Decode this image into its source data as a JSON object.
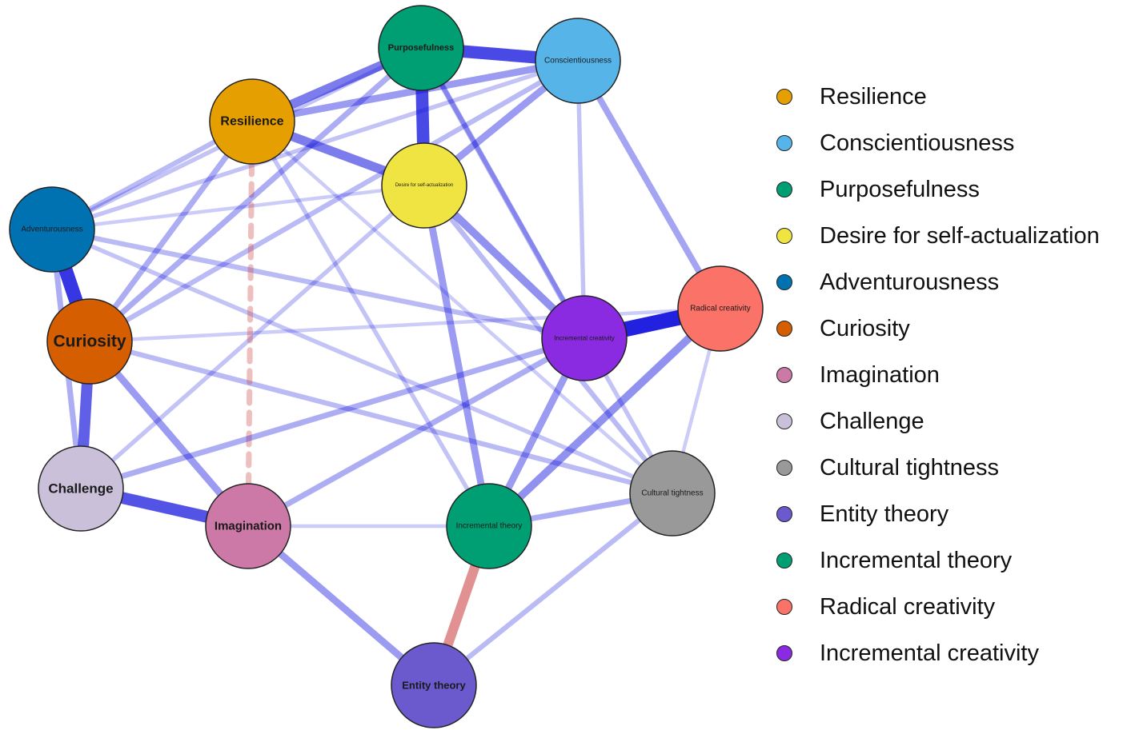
{
  "nodes": [
    {
      "id": "resilience",
      "label": "Resilience",
      "legend": "Resilience",
      "color": "#E69F00"
    },
    {
      "id": "conscientiousness",
      "label": "Conscientiousness",
      "legend": "Conscientiousness",
      "color": "#56B4E9"
    },
    {
      "id": "purposefulness",
      "label": "Purposefulness",
      "legend": "Purposefulness",
      "color": "#009E73"
    },
    {
      "id": "self_actualization",
      "label": "Desire for self-actualization",
      "legend": "Desire for self-actualization",
      "color": "#F0E442"
    },
    {
      "id": "adventurousness",
      "label": "Adventurousness",
      "legend": "Adventurousness",
      "color": "#0072B2"
    },
    {
      "id": "curiosity",
      "label": "Curiosity",
      "legend": "Curiosity",
      "color": "#D55E00"
    },
    {
      "id": "imagination",
      "label": "Imagination",
      "legend": "Imagination",
      "color": "#CC79A7"
    },
    {
      "id": "challenge",
      "label": "Challenge",
      "legend": "Challenge",
      "color": "#CBC0D9"
    },
    {
      "id": "cultural_tightness",
      "label": "Cultural tightness",
      "legend": "Cultural tightness",
      "color": "#999999"
    },
    {
      "id": "entity_theory",
      "label": "Entity theory",
      "legend": "Entity theory",
      "color": "#6A5ACD"
    },
    {
      "id": "incremental_theory",
      "label": "Incremental theory",
      "legend": "Incremental theory",
      "color": "#009E73"
    },
    {
      "id": "radical_creativity",
      "label": "Radical creativity",
      "legend": "Radical creativity",
      "color": "#FA7268"
    },
    {
      "id": "incremental_creativity",
      "label": "Incremental creativity",
      "legend": "Incremental creativity",
      "color": "#8A2BE2"
    }
  ],
  "edges": [
    {
      "from": "curiosity",
      "to": "adventurousness",
      "weight": 0.9,
      "sign": "positive"
    },
    {
      "from": "radical_creativity",
      "to": "incremental_creativity",
      "weight": 1.0,
      "sign": "positive"
    },
    {
      "from": "purposefulness",
      "to": "conscientiousness",
      "weight": 0.8,
      "sign": "positive"
    },
    {
      "from": "purposefulness",
      "to": "self_actualization",
      "weight": 0.8,
      "sign": "positive"
    },
    {
      "from": "challenge",
      "to": "imagination",
      "weight": 0.75,
      "sign": "positive"
    },
    {
      "from": "curiosity",
      "to": "challenge",
      "weight": 0.7,
      "sign": "positive"
    },
    {
      "from": "resilience",
      "to": "purposefulness",
      "weight": 0.55,
      "sign": "positive"
    },
    {
      "from": "resilience",
      "to": "self_actualization",
      "weight": 0.55,
      "sign": "positive"
    },
    {
      "from": "entity_theory",
      "to": "incremental_theory",
      "weight": 0.6,
      "sign": "negative"
    },
    {
      "from": "resilience",
      "to": "imagination",
      "weight": 0.3,
      "sign": "negative"
    },
    {
      "from": "resilience",
      "to": "conscientiousness",
      "weight": 0.4,
      "sign": "positive"
    },
    {
      "from": "conscientiousness",
      "to": "self_actualization",
      "weight": 0.4,
      "sign": "positive"
    },
    {
      "from": "conscientiousness",
      "to": "radical_creativity",
      "weight": 0.35,
      "sign": "positive"
    },
    {
      "from": "self_actualization",
      "to": "incremental_creativity",
      "weight": 0.45,
      "sign": "positive"
    },
    {
      "from": "self_actualization",
      "to": "incremental_theory",
      "weight": 0.4,
      "sign": "positive"
    },
    {
      "from": "self_actualization",
      "to": "cultural_tightness",
      "weight": 0.25,
      "sign": "positive"
    },
    {
      "from": "incremental_theory",
      "to": "incremental_creativity",
      "weight": 0.4,
      "sign": "positive"
    },
    {
      "from": "incremental_theory",
      "to": "radical_creativity",
      "weight": 0.45,
      "sign": "positive"
    },
    {
      "from": "incremental_theory",
      "to": "cultural_tightness",
      "weight": 0.3,
      "sign": "positive"
    },
    {
      "from": "imagination",
      "to": "curiosity",
      "weight": 0.4,
      "sign": "positive"
    },
    {
      "from": "imagination",
      "to": "entity_theory",
      "weight": 0.4,
      "sign": "positive"
    },
    {
      "from": "imagination",
      "to": "incremental_creativity",
      "weight": 0.3,
      "sign": "positive"
    },
    {
      "from": "entity_theory",
      "to": "cultural_tightness",
      "weight": 0.25,
      "sign": "positive"
    },
    {
      "from": "curiosity",
      "to": "purposefulness",
      "weight": 0.3,
      "sign": "positive"
    },
    {
      "from": "curiosity",
      "to": "resilience",
      "weight": 0.3,
      "sign": "positive"
    },
    {
      "from": "curiosity",
      "to": "conscientiousness",
      "weight": 0.25,
      "sign": "positive"
    },
    {
      "from": "curiosity",
      "to": "cultural_tightness",
      "weight": 0.25,
      "sign": "positive"
    },
    {
      "from": "adventurousness",
      "to": "resilience",
      "weight": 0.25,
      "sign": "positive"
    },
    {
      "from": "adventurousness",
      "to": "purposefulness",
      "weight": 0.2,
      "sign": "positive"
    },
    {
      "from": "adventurousness",
      "to": "challenge",
      "weight": 0.3,
      "sign": "positive"
    },
    {
      "from": "adventurousness",
      "to": "incremental_creativity",
      "weight": 0.25,
      "sign": "positive"
    },
    {
      "from": "adventurousness",
      "to": "cultural_tightness",
      "weight": 0.2,
      "sign": "positive"
    },
    {
      "from": "challenge",
      "to": "incremental_creativity",
      "weight": 0.3,
      "sign": "positive"
    },
    {
      "from": "challenge",
      "to": "self_actualization",
      "weight": 0.2,
      "sign": "positive"
    },
    {
      "from": "purposefulness",
      "to": "incremental_creativity",
      "weight": 0.3,
      "sign": "positive"
    },
    {
      "from": "purposefulness",
      "to": "cultural_tightness",
      "weight": 0.2,
      "sign": "positive"
    },
    {
      "from": "resilience",
      "to": "incremental_theory",
      "weight": 0.2,
      "sign": "positive"
    },
    {
      "from": "resilience",
      "to": "cultural_tightness",
      "weight": 0.15,
      "sign": "positive"
    },
    {
      "from": "conscientiousness",
      "to": "incremental_creativity",
      "weight": 0.2,
      "sign": "positive"
    },
    {
      "from": "conscientiousness",
      "to": "adventurousness",
      "weight": 0.2,
      "sign": "positive"
    },
    {
      "from": "curiosity",
      "to": "radical_creativity",
      "weight": 0.15,
      "sign": "positive"
    },
    {
      "from": "imagination",
      "to": "incremental_theory",
      "weight": 0.15,
      "sign": "positive"
    },
    {
      "from": "radical_creativity",
      "to": "cultural_tightness",
      "weight": 0.15,
      "sign": "positive"
    },
    {
      "from": "self_actualization",
      "to": "adventurousness",
      "weight": 0.15,
      "sign": "positive"
    }
  ],
  "edge_colors": {
    "positive": "#1010DD",
    "negative": "#CC4444"
  }
}
